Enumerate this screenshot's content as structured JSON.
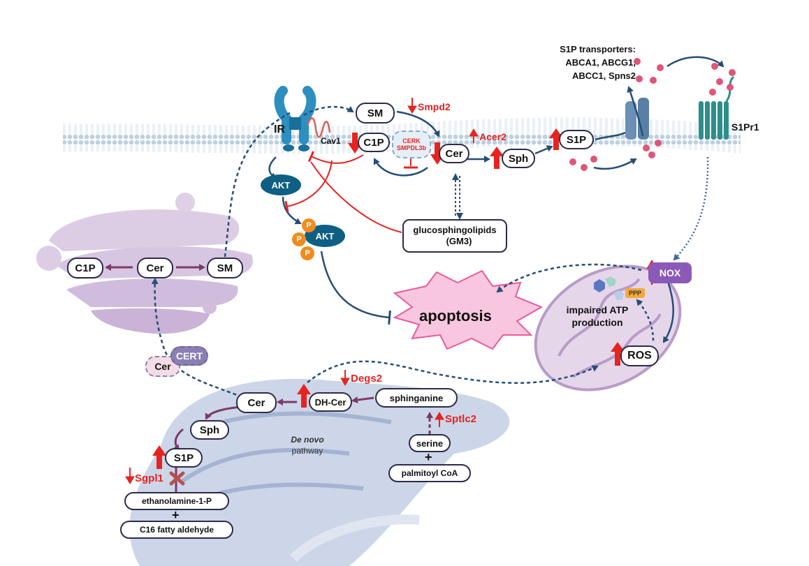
{
  "membrane": {
    "ir": "IR",
    "cav1": "Cav1",
    "sm": "SM",
    "c1p": "C1P",
    "cer": "Cer",
    "sph": "Sph",
    "s1p": "S1P",
    "cerk": "CERK",
    "smpdl3b": "SMPDL3b",
    "smpd2": "Smpd2",
    "acer2": "Acer2",
    "s1p_transporters": [
      "S1P transporters:",
      "ABCA1, ABCG1,",
      "ABCC1, Spns2"
    ],
    "s1pr1": "S1Pr1"
  },
  "signaling": {
    "akt": "AKT",
    "p_akt": "AKT",
    "p": "P",
    "glucosphingolipids": "glucosphingolipids",
    "gm3": "(GM3)",
    "apoptosis": "apoptosis"
  },
  "golgi": {
    "c1p": "C1P",
    "cer": "Cer",
    "sm": "SM"
  },
  "transfer": {
    "cer": "Cer",
    "cert": "CERT"
  },
  "mito": {
    "nox": "NOX",
    "ppp": "PPP",
    "impaired_atp": [
      "impaired ATP",
      "production"
    ],
    "ros": "ROS"
  },
  "er": {
    "cer": "Cer",
    "dh_cer": "DH-Cer",
    "sphinganine": "sphinganine",
    "degs2": "Degs2",
    "sptlc2": "Sptlc2",
    "serine": "serine",
    "plus1": "+",
    "palmitoyl": "palmitoyl CoA",
    "sph": "Sph",
    "s1p": "S1P",
    "sgpl1": "Sgpl1",
    "ethanolamine": "ethanolamine-1-P",
    "plus2": "+",
    "aldehyde": "C16 fatty aldehyde",
    "de_novo": "De novo",
    "pathway": "pathway"
  },
  "colors": {
    "red": "#e8231f",
    "navy": "#264d75",
    "purple": "#7b3a6b",
    "akt": "#0f5e84"
  }
}
